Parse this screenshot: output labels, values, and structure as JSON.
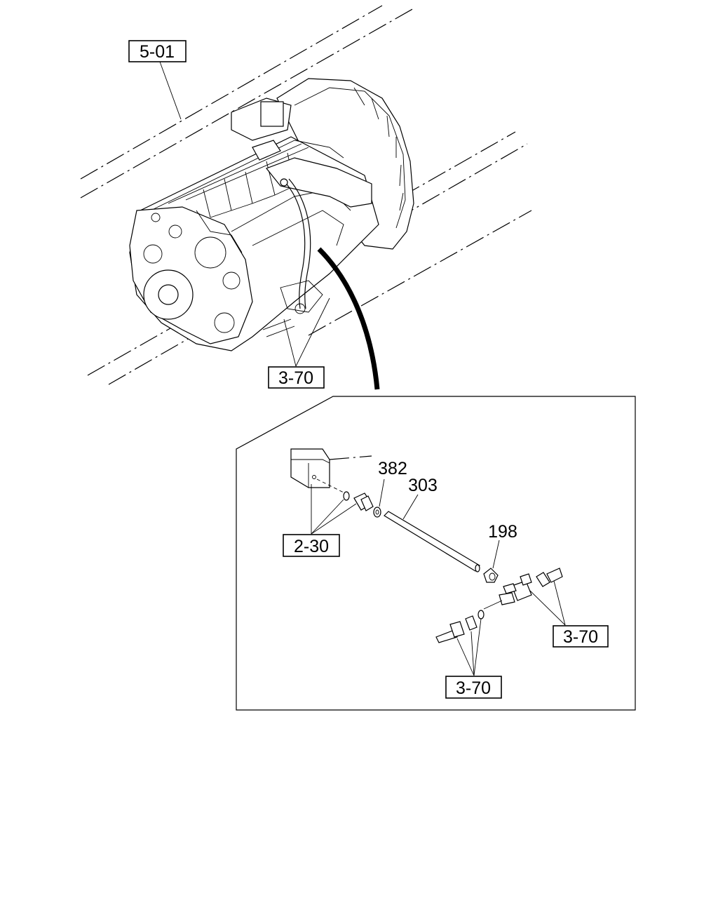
{
  "diagram": {
    "callouts": {
      "frame_ref": "5-01",
      "upper_ref": "3-70",
      "bracket_ref": "2-30",
      "right_ref": "3-70",
      "bottom_ref": "3-70"
    },
    "parts": {
      "washer": "382",
      "pipe": "303",
      "nut": "198"
    }
  }
}
